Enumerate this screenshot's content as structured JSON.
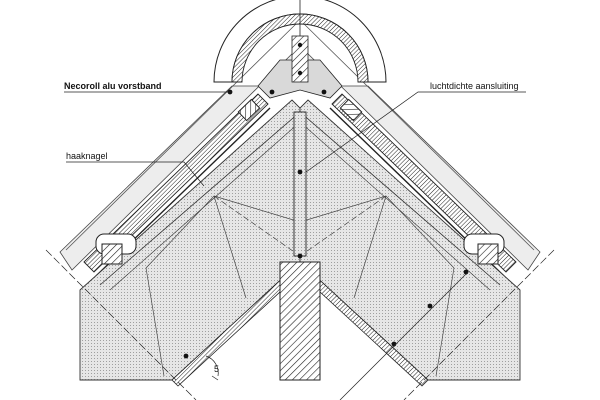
{
  "labels": {
    "ridge_tape": "Necoroll alu vorstband",
    "airtight": "luchtdichte aansluiting",
    "hook_nail": "haaknagel"
  },
  "dimension": {
    "angle_mark": "5"
  }
}
